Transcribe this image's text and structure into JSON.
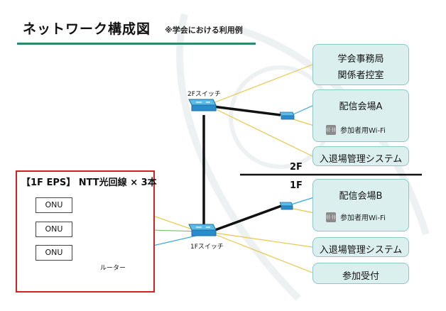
{
  "header": {
    "title": "ネットワーク構成図",
    "subtitle": "※学会における利用例"
  },
  "boxes": {
    "office_line1": "学会事務局",
    "office_line2": "関係者控室",
    "venue_a": "配信会場A",
    "venue_a_wifi": "参加者用Wi-Fi",
    "entry_2f": "入退場管理システム",
    "venue_b": "配信会場B",
    "venue_b_wifi": "参加者用Wi-Fi",
    "entry_1f": "入退場管理システム",
    "reception": "参加受付"
  },
  "floors": {
    "upper": "2F",
    "lower": "1F"
  },
  "devices": {
    "switch_2f": "2Fスイッチ",
    "switch_1f": "1Fスイッチ",
    "router": "ルーター",
    "wifi_icon_text": "((·))"
  },
  "eps": {
    "title": "【1F EPS】 NTT光回線 × 3本",
    "onus": [
      "ONU",
      "ONU",
      "ONU"
    ]
  },
  "colors": {
    "accent": "#2f8a6a",
    "box_fill": "#dcefef",
    "box_border": "#8cc6c9",
    "eps_border": "#d42020",
    "link_yellow": "#e8c84a",
    "link_blue": "#3aa7d8",
    "link_green": "#7cc36b",
    "trunk": "#111111"
  }
}
